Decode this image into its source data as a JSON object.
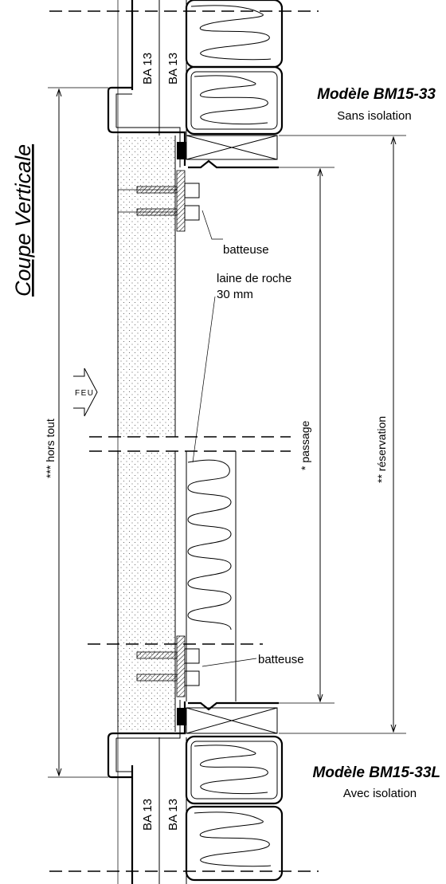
{
  "title_vertical": "Coupe Verticale",
  "model_top": {
    "name": "Modèle BM15-33",
    "subtitle": "Sans isolation"
  },
  "model_bottom": {
    "name": "Modèle BM15-33L",
    "subtitle": "Avec isolation"
  },
  "board_label": "BA 13",
  "fire_label": "FEU",
  "labels": {
    "batteuse_top": "batteuse",
    "batteuse_bottom": "batteuse",
    "laine_line1": "laine de roche",
    "laine_line2": "30 mm"
  },
  "dimensions": {
    "hors_tout": "*** hors tout",
    "passage": "* passage",
    "reservation": "** réservation"
  }
}
